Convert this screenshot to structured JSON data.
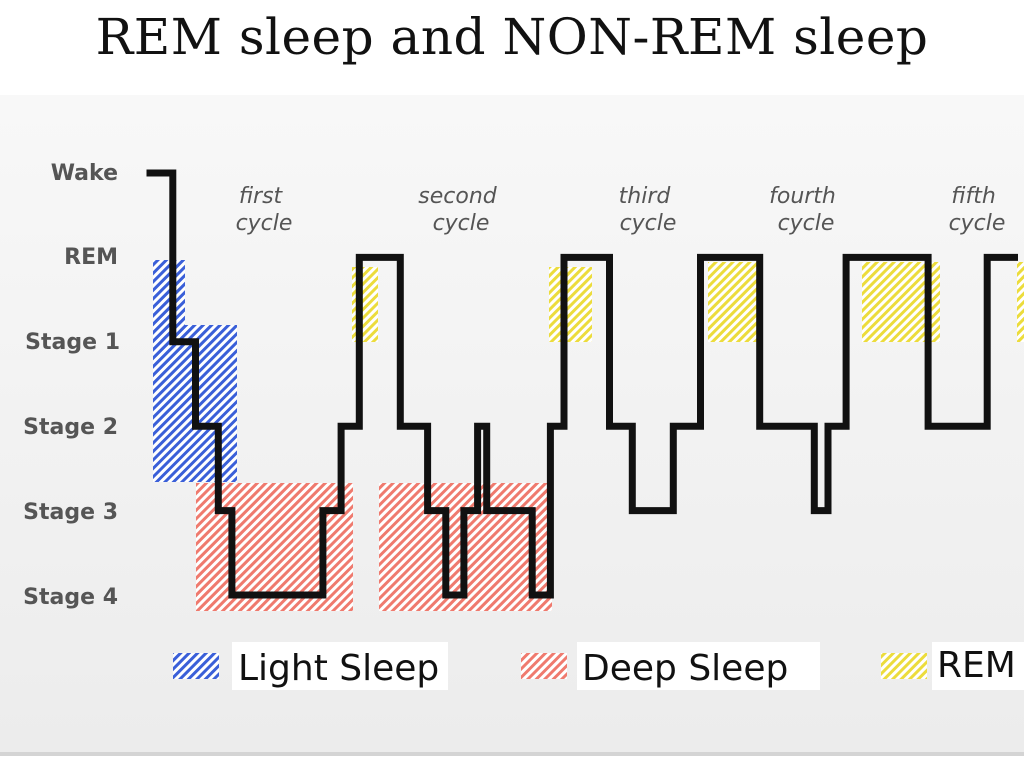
{
  "title": "REM sleep and NON-REM sleep",
  "chart_data": {
    "type": "line",
    "y_levels": [
      "Wake",
      "REM",
      "Stage 1",
      "Stage 2",
      "Stage 3",
      "Stage 4"
    ],
    "cycle_labels": [
      {
        "line1": "first",
        "line2": "cycle"
      },
      {
        "line1": "second",
        "line2": "cycle"
      },
      {
        "line1": "third",
        "line2": "cycle"
      },
      {
        "line1": "fourth",
        "line2": "cycle"
      },
      {
        "line1": "fifth",
        "line2": "cycle"
      }
    ],
    "hypnogram": [
      [
        "Wake",
        0.0
      ],
      [
        "Stage 1",
        0.25
      ],
      [
        "Stage 2",
        0.5
      ],
      [
        "Stage 3",
        0.75
      ],
      [
        "Stage 4",
        0.9
      ],
      [
        "Stage 3",
        1.9
      ],
      [
        "Stage 2",
        2.1
      ],
      [
        "REM",
        2.3
      ],
      [
        "Stage 2",
        2.75
      ],
      [
        "Stage 3",
        3.05
      ],
      [
        "Stage 4",
        3.25
      ],
      [
        "Stage 3",
        3.45
      ],
      [
        "Stage 2",
        3.6
      ],
      [
        "Stage 3",
        3.7
      ],
      [
        "Stage 4",
        4.2
      ],
      [
        "Stage 2",
        4.4
      ],
      [
        "REM",
        4.55
      ],
      [
        "Stage 2",
        5.05
      ],
      [
        "Stage 3",
        5.3
      ],
      [
        "Stage 2",
        5.75
      ],
      [
        "REM",
        6.05
      ],
      [
        "Stage 2",
        6.7
      ],
      [
        "Stage 3",
        7.3
      ],
      [
        "Stage 2",
        7.45
      ],
      [
        "REM",
        7.65
      ],
      [
        "Stage 2",
        8.55
      ],
      [
        "REM",
        9.2
      ],
      [
        "REM",
        9.5
      ]
    ],
    "legend": [
      {
        "label": "Light Sleep",
        "color": "#3a5fd8"
      },
      {
        "label": "Deep Sleep",
        "color": "#ef7a6e"
      },
      {
        "label": "REM",
        "color": "#ecdc3c"
      }
    ]
  }
}
